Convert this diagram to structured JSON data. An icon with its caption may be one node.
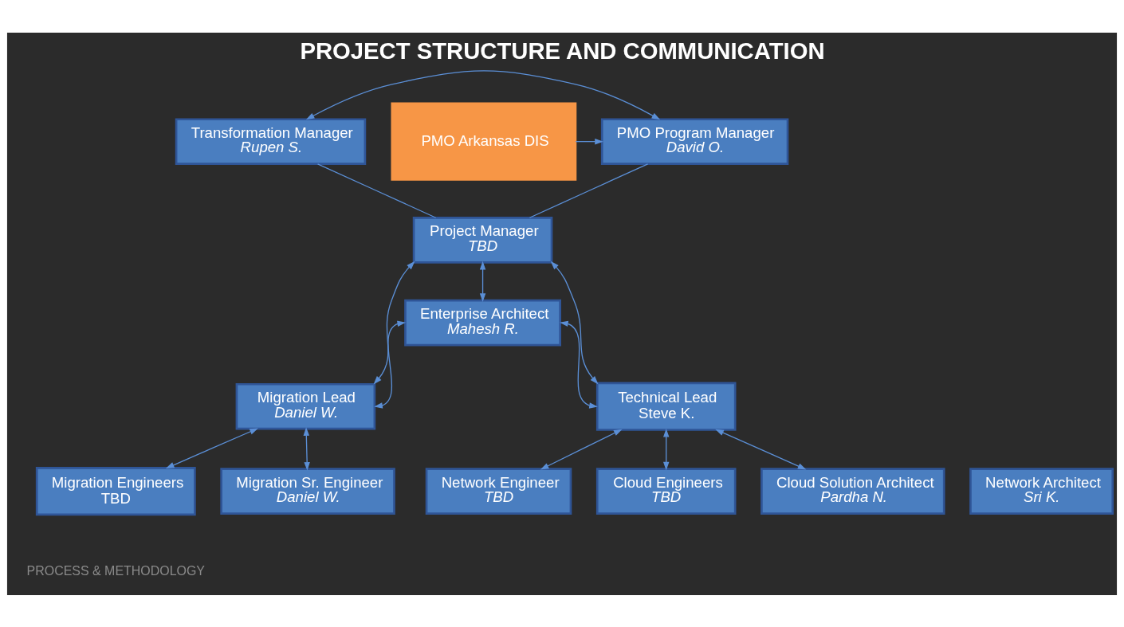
{
  "diagram": {
    "title": "PROJECT STRUCTURE AND COMMUNICATION",
    "nodes": [
      {
        "text": [
          "Transformation Manager",
          "Rupen S."
        ]
      },
      {
        "text": [
          "PMO Program Manager",
          "David O."
        ]
      },
      {
        "text": [
          "PMO Arkansas DIS"
        ]
      },
      {
        "text": [
          "Project Manager",
          "TBD"
        ]
      },
      {
        "text": [
          "Enterprise Architect",
          "Mahesh R."
        ]
      },
      {
        "text": [
          "Migration Lead",
          "Daniel W."
        ]
      },
      {
        "text": [
          "Technical Lead",
          "Steve K."
        ]
      },
      {
        "text": [
          "Migration Engineers",
          "TBD"
        ]
      },
      {
        "text": [
          "Migration Sr. Engineer",
          "Daniel W."
        ]
      },
      {
        "text": [
          "Network Architect",
          "Sri K."
        ]
      },
      {
        "text": [
          "Network Engineer",
          "TBD"
        ]
      },
      {
        "text": [
          "Cloud Engineers",
          "TBD"
        ]
      },
      {
        "text": [
          "Cloud Solution Architect",
          "Pardha N."
        ]
      }
    ],
    "edges": [
      {
        "from": 0,
        "to": 1,
        "arrow": "both"
      },
      {
        "from": 2,
        "to": 1,
        "arrow": "to"
      },
      {
        "from": 0,
        "to": 3,
        "arrow": "none"
      },
      {
        "from": 1,
        "to": 3,
        "arrow": "none"
      },
      {
        "from": 3,
        "to": 4,
        "arrow": "both"
      },
      {
        "from": 5,
        "to": 3,
        "arrow": "both"
      },
      {
        "from": 5,
        "to": 4,
        "arrow": "both"
      },
      {
        "from": 6,
        "to": 3,
        "arrow": "both"
      },
      {
        "from": 6,
        "to": 4,
        "arrow": "both"
      },
      {
        "from": 7,
        "to": 5,
        "arrow": "both"
      },
      {
        "from": 8,
        "to": 5,
        "arrow": "both"
      },
      {
        "from": 10,
        "to": 6,
        "arrow": "both"
      },
      {
        "from": 11,
        "to": 6,
        "arrow": "both"
      },
      {
        "from": 12,
        "to": 6,
        "arrow": "both"
      }
    ],
    "labels": [
      "PROCESS & METHODOLOGY"
    ]
  }
}
